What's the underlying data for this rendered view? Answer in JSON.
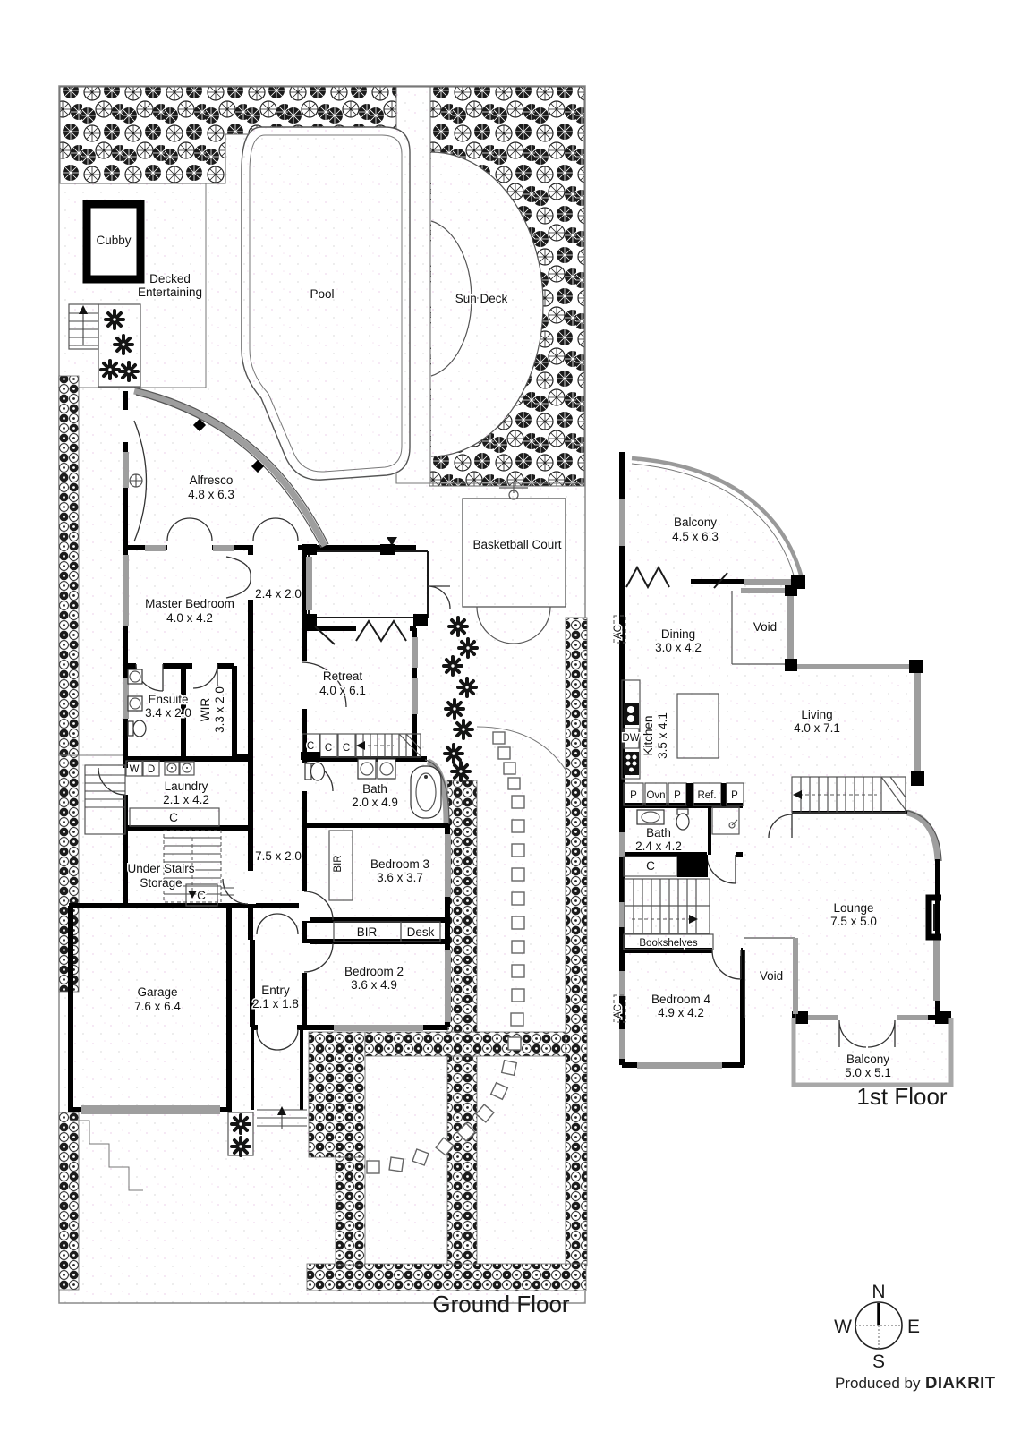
{
  "meta": {
    "ground_title": "Ground Floor",
    "first_title": "1st Floor",
    "credit_prefix": "Produced by",
    "credit_brand": "DIAKRIT"
  },
  "compass": {
    "north": "N",
    "south": "S",
    "east": "E",
    "west": "W"
  },
  "gf": {
    "cubby": {
      "name": "Cubby"
    },
    "decked": {
      "l1": "Decked",
      "l2": "Entertaining"
    },
    "pool": {
      "name": "Pool"
    },
    "sundeck": {
      "name": "Sun Deck"
    },
    "court": {
      "name": "Basketball Court"
    },
    "alfresco": {
      "name": "Alfresco",
      "dims": "4.8 x 6.3"
    },
    "master": {
      "name": "Master Bedroom",
      "dims": "4.0 x 4.2"
    },
    "corridor": {
      "dims": "2.4 x 2.0"
    },
    "retreat": {
      "name": "Retreat",
      "dims": "4.0 x 6.1"
    },
    "ensuite": {
      "name": "Ensuite",
      "dims": "3.4 x 2.0"
    },
    "wir": {
      "name": "WIR",
      "dims": "3.3 x 2.0"
    },
    "laundry": {
      "name": "Laundry",
      "dims": "2.1 x 4.2"
    },
    "washer": "W",
    "dryer": "D",
    "closet": "C",
    "understairs": {
      "l1": "Under Stairs",
      "l2": "Storage"
    },
    "hall": {
      "dims": "7.5 x 2.0"
    },
    "garage": {
      "name": "Garage",
      "dims": "7.6 x 6.4"
    },
    "entry": {
      "name": "Entry",
      "dims": "2.1 x 1.8"
    },
    "bath": {
      "name": "Bath",
      "dims": "2.0 x 4.9"
    },
    "bir": "BIR",
    "desk": "Desk",
    "bed3": {
      "name": "Bedroom 3",
      "dims": "3.6 x 3.7"
    },
    "bed2": {
      "name": "Bedroom 2",
      "dims": "3.6 x 4.9"
    }
  },
  "ff": {
    "balcony1": {
      "name": "Balcony",
      "dims": "4.5 x 6.3"
    },
    "dining": {
      "name": "Dining",
      "dims": "3.0 x 4.2"
    },
    "void": "Void",
    "kitchen": {
      "name": "Kitchen",
      "dims": "3.5 x 4.1"
    },
    "ac": "AC",
    "living": {
      "name": "Living",
      "dims": "4.0 x 7.1"
    },
    "pantry": "P",
    "oven": "Ovn",
    "fridge": "Ref.",
    "dw": "DW",
    "bath": {
      "name": "Bath",
      "dims": "2.4 x 4.2"
    },
    "closet": "C",
    "bookshelves": "Bookshelves",
    "bed4": {
      "name": "Bedroom 4",
      "dims": "4.9 x 4.2"
    },
    "lounge": {
      "name": "Lounge",
      "dims": "7.5 x 5.0"
    },
    "balcony2": {
      "name": "Balcony",
      "dims": "5.0 x 5.1"
    }
  }
}
